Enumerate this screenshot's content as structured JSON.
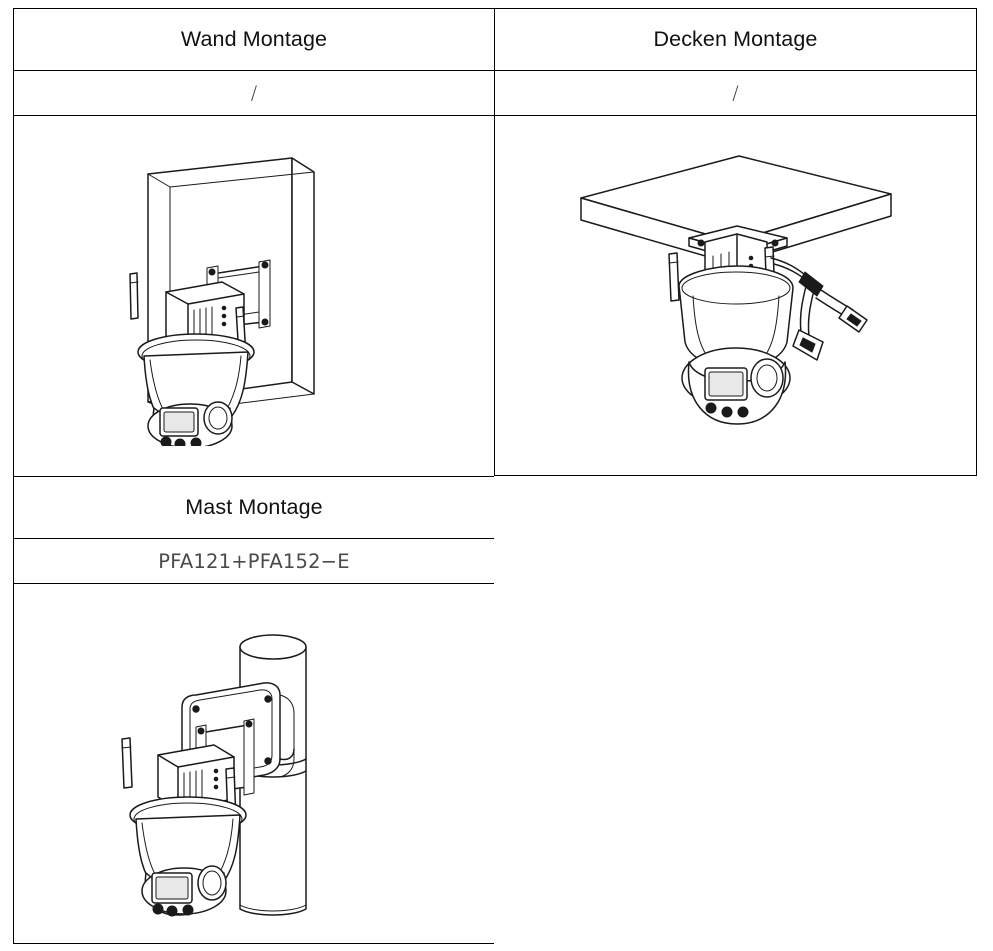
{
  "table": {
    "rows": [
      {
        "cells": [
          {
            "title": "Wand Montage",
            "accessory": "/",
            "figure": "wall-mount-camera-diagram"
          },
          {
            "title": "Decken Montage",
            "accessory": "/",
            "figure": "ceiling-mount-camera-diagram"
          }
        ]
      },
      {
        "cells": [
          {
            "title": "Mast Montage",
            "accessory": "PFA121+PFA152−E",
            "figure": "pole-mount-camera-diagram"
          },
          {
            "title": "",
            "accessory": "",
            "figure": ""
          }
        ]
      }
    ]
  },
  "figures": {
    "wall_mount": {
      "name": "wall-mount-camera-diagram",
      "elements": [
        "wall-panel",
        "wall-bracket-arm",
        "wireless-radio-module",
        "antenna-left",
        "antenna-right",
        "ptz-dome-body",
        "camera-head",
        "lens-window",
        "side-lens",
        "ir-led-array"
      ]
    },
    "ceiling_mount": {
      "name": "ceiling-mount-camera-diagram",
      "elements": [
        "ceiling-slab",
        "mounting-flange-plate",
        "pendant-column",
        "wireless-radio-module",
        "antenna-left",
        "antenna-right",
        "ptz-dome-body",
        "camera-head",
        "lens-window",
        "side-lens",
        "power-cable-connector",
        "rj45-ethernet-connector"
      ]
    },
    "pole_mount": {
      "name": "pole-mount-camera-diagram",
      "elements": [
        "vertical-pole",
        "pole-band-clamp",
        "junction-box-bracket",
        "corner-screws",
        "bracket-arm",
        "wireless-radio-module",
        "antenna-left",
        "antenna-right",
        "ptz-dome-body",
        "camera-head",
        "lens-window",
        "side-lens",
        "ir-led-array"
      ]
    }
  },
  "colors": {
    "line": "#1a1a1a",
    "border": "#000000",
    "background": "#ffffff",
    "subtext": "#3f3f3f"
  }
}
